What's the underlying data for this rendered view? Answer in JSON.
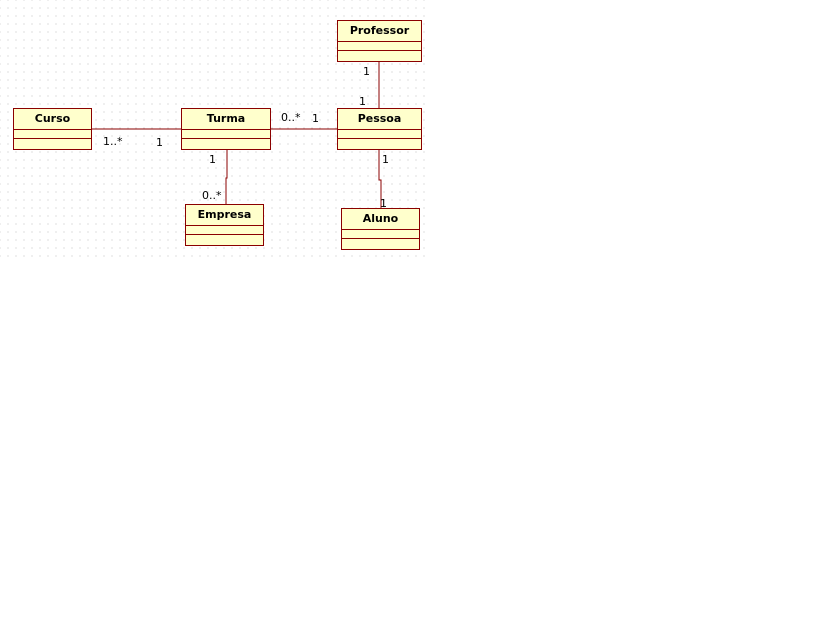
{
  "colors": {
    "class_fill": "#ffffcc",
    "class_border": "#8b0000",
    "association_line": "#8b0000",
    "grid_dot": "#c8c8c8"
  },
  "classes": {
    "professor": {
      "name": "Professor"
    },
    "curso": {
      "name": "Curso"
    },
    "turma": {
      "name": "Turma"
    },
    "pessoa": {
      "name": "Pessoa"
    },
    "empresa": {
      "name": "Empresa"
    },
    "aluno": {
      "name": "Aluno"
    }
  },
  "associations": {
    "curso_turma": {
      "curso_end": "1..*",
      "turma_end": "1"
    },
    "turma_pessoa": {
      "turma_end": "0..*",
      "pessoa_end": "1"
    },
    "professor_pessoa": {
      "professor_end": "1",
      "pessoa_end": "1"
    },
    "turma_empresa": {
      "turma_end": "1",
      "empresa_end": "0..*"
    },
    "pessoa_aluno": {
      "pessoa_end": "1",
      "aluno_end": "1"
    }
  }
}
